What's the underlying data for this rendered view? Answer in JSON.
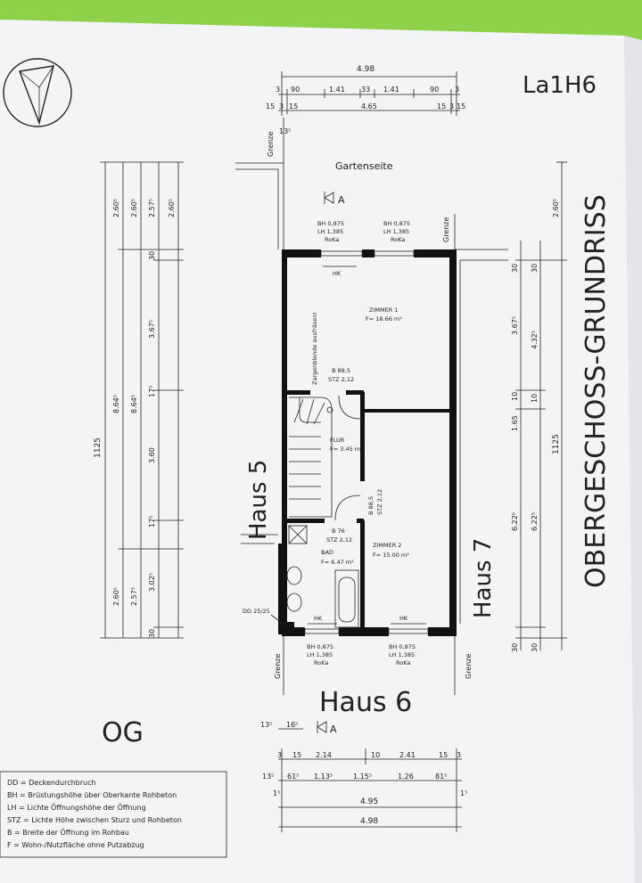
{
  "sheet": {
    "code": "La1H6",
    "vertical_title": "OBERGESCHOSS-GRUNDRISS",
    "floor_code": "OG",
    "garden_side": "Gartenseite",
    "house_left": "Haus 5",
    "house_right": "Haus 7",
    "house_main": "Haus 6",
    "section_mark": "A",
    "border_label": "Grenze"
  },
  "rooms": {
    "zimmer1": {
      "name": "ZIMMER 1",
      "area": "F= 18.66 m²"
    },
    "flur": {
      "name": "FLUR",
      "area": "F= 3.45 m²"
    },
    "bad": {
      "name": "BAD",
      "area": "F= 6.47 m²"
    },
    "zimmer2": {
      "name": "ZIMMER 2",
      "area": "F= 15.00 m²"
    }
  },
  "annotations": {
    "zarge": "Zargenblende ausfräsen!",
    "door1_b": "B 88,5",
    "door1_stz": "STZ 2,12",
    "door2_b": "B 88,5",
    "door2_stz": "STZ 2,12",
    "door3_b": "B 76",
    "door3_stz": "STZ 2,12",
    "hk": "HK",
    "dd": "DD 25/25"
  },
  "windows": {
    "top_left": [
      "BH 0,875",
      "LH 1,385",
      "RoKa"
    ],
    "top_right": [
      "BH 0,875",
      "LH 1,385",
      "RoKa"
    ],
    "bottom_left": [
      "BH 0,875",
      "LH 1,385",
      "RoKa"
    ],
    "bottom_right": [
      "BH 0,875",
      "LH 1,385",
      "RoKa"
    ]
  },
  "dimensions": {
    "top_total": "4.98",
    "top_row1": [
      "3",
      "90",
      "1.41",
      "33",
      "1.41",
      "90",
      "3"
    ],
    "top_row2": [
      "15",
      "3",
      "15",
      "4.65",
      "15",
      "3",
      "15"
    ],
    "top_small": "13⁵",
    "left_total": "1125",
    "left_col2": [
      "2.60⁵",
      "8.64⁵",
      "2.60⁵"
    ],
    "left_col3": [
      "2.60⁵",
      "8.64⁵",
      "2.57⁵"
    ],
    "left_col4": [
      "2.57⁵",
      "30",
      "3.67⁵",
      "17⁵",
      "3.60",
      "17⁵",
      "3.02⁵",
      "30"
    ],
    "left_col1": [
      "2.60⁵"
    ],
    "right_col1": [
      "30",
      "3.67⁵",
      "10",
      "1.65",
      "6.22⁵",
      "30"
    ],
    "right_col2": [
      "30",
      "4.32⁵",
      "10",
      "6.22⁵",
      "30"
    ],
    "right_total": "1125",
    "right_top": "2.60⁵",
    "bottom_row0": [
      "13⁵",
      "16⁵"
    ],
    "bottom_row1": [
      "3",
      "15",
      "2.14",
      "10",
      "2.41",
      "15",
      "3"
    ],
    "bottom_row2": [
      "13⁵",
      "61⁵",
      "1.13⁵",
      "1.15⁵",
      "1.26",
      "81⁵"
    ],
    "bottom_row3": [
      "1⁵",
      "4.95",
      "1⁵"
    ],
    "bottom_total": "4.98"
  },
  "legend": [
    "DD  = Deckendurchbruch",
    "BH  = Brüstungshöhe über Oberkante Rohbeton",
    "LH  = Lichte Öffnungshöhe der Öffnung",
    "STZ = Lichte Höhe zwischen Sturz und Rohbeton",
    "B   = Breite der Öffnung im Rohbau",
    "F   = Wohn-/Nutzfläche ohne Putzabzug"
  ]
}
